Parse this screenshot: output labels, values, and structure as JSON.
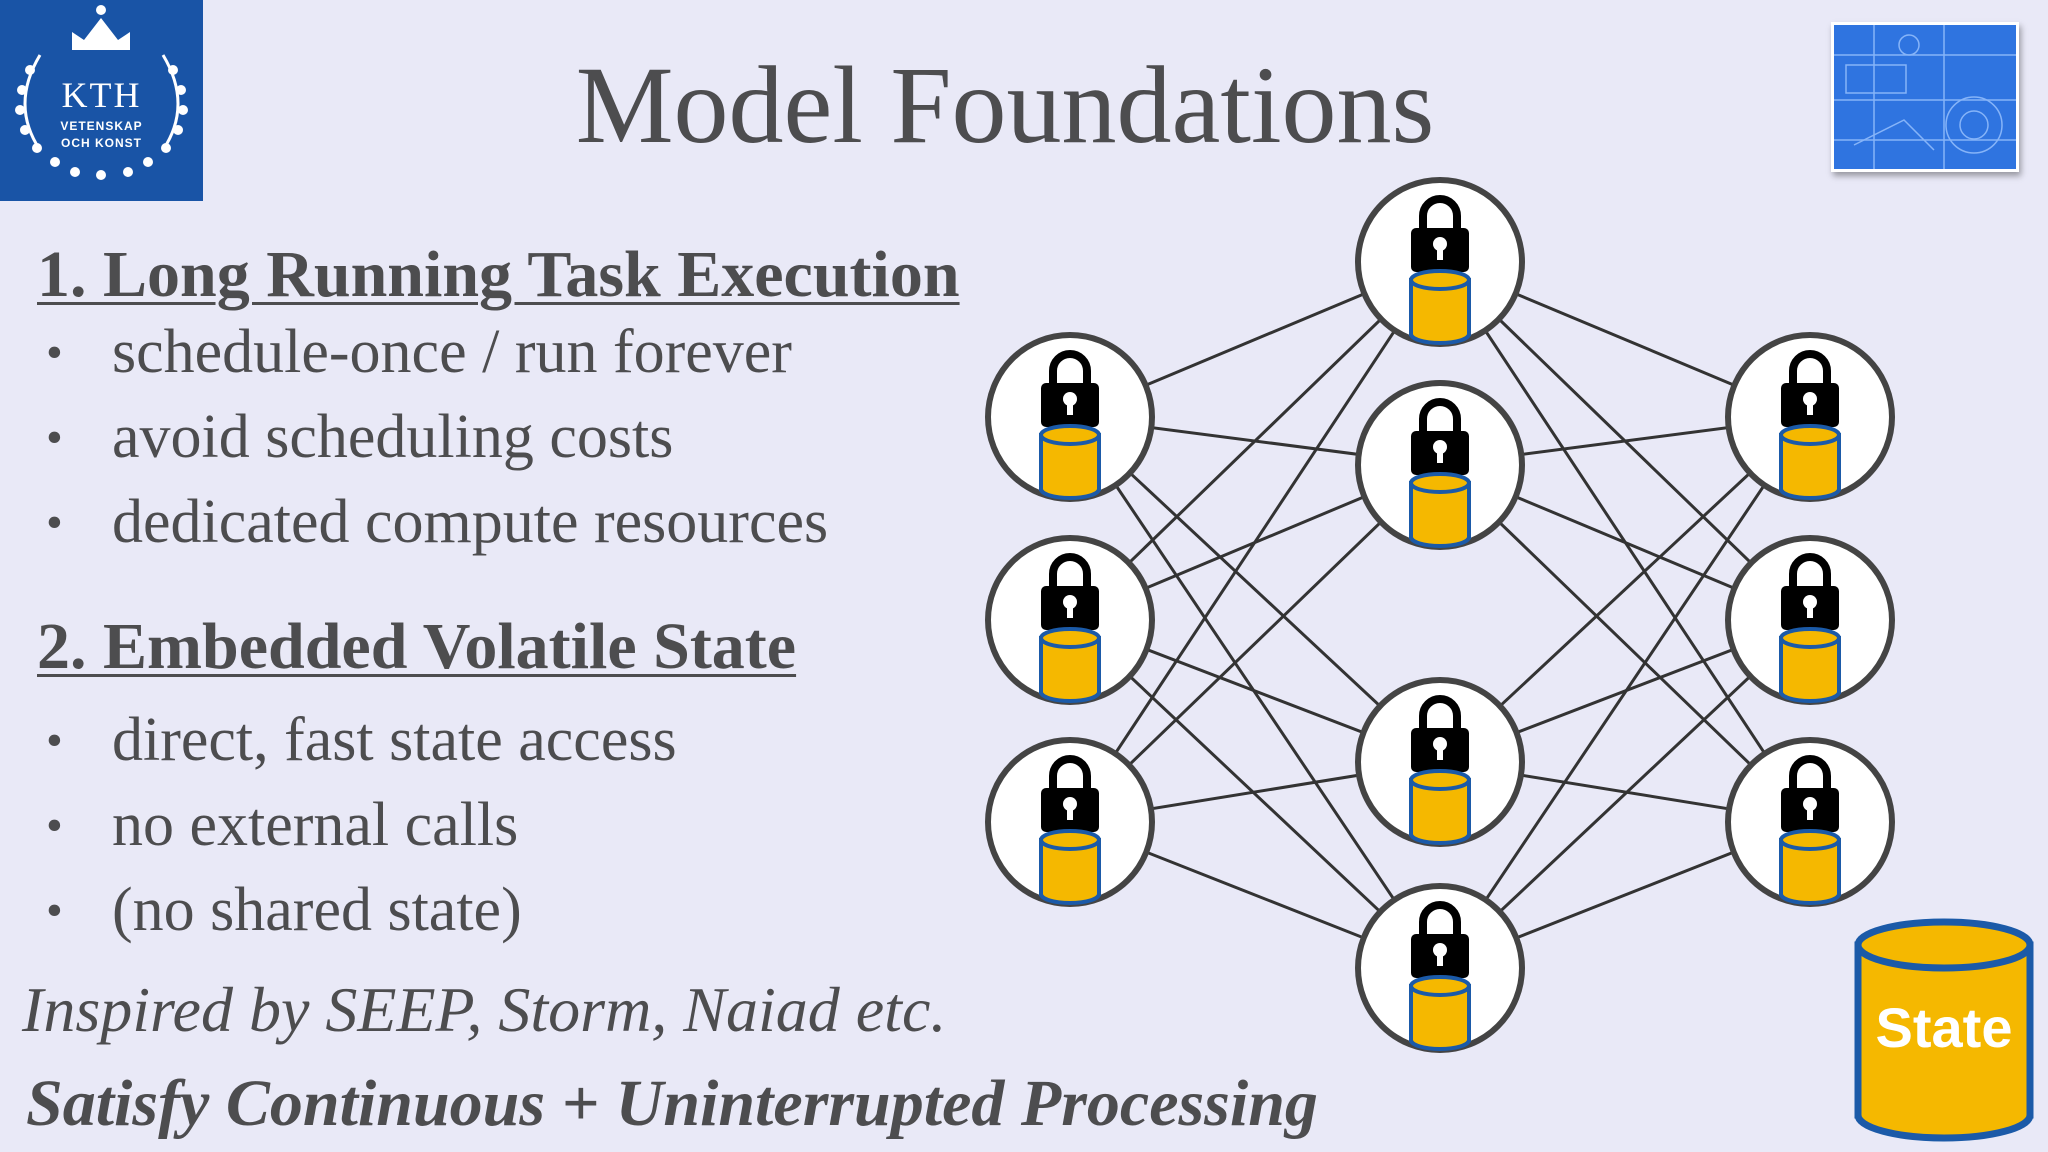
{
  "logo": {
    "name": "KTH",
    "line1": "VETENSKAP",
    "line2": "OCH KONST"
  },
  "title": "Model Foundations",
  "section1": {
    "heading": "1. Long Running Task Execution",
    "bullets": [
      "schedule-once / run forever",
      "avoid scheduling costs",
      "dedicated compute resources"
    ]
  },
  "section2": {
    "heading": "2. Embedded Volatile State",
    "bullets": [
      "direct, fast state access",
      "no external calls",
      "(no shared state)"
    ]
  },
  "footer": {
    "inspired": "Inspired by SEEP, Storm, Naiad etc.",
    "satisfy": "Satisfy Continuous + Uninterrupted Processing"
  },
  "state_label": "State",
  "colors": {
    "background": "#e9e9f7",
    "text": "#4d4d4f",
    "logo_blue": "#1954a6",
    "state_yellow": "#f5b800",
    "state_outline": "#1b5aa8",
    "node_ring": "#444444"
  },
  "icons": [
    "kth-crown-wreath-logo",
    "blueprint-image",
    "lock-icon",
    "database-cylinder-icon"
  ]
}
